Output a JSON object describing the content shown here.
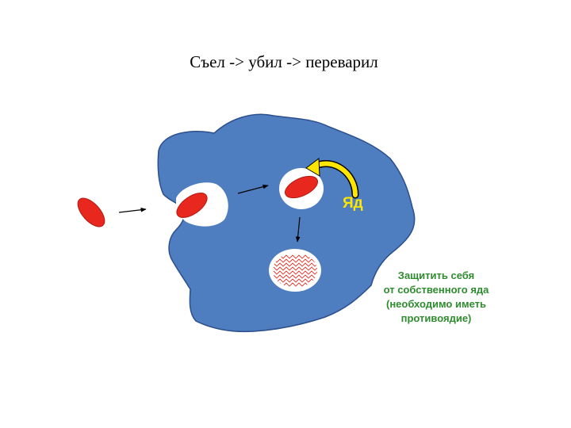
{
  "title": "Съел -> убил -> переварил",
  "poison_label": "Яд",
  "note_lines": [
    "Защитить себя",
    "от собственного яда",
    "(необходимо иметь",
    "противоядие)"
  ],
  "colors": {
    "cell_body": "#4F7EC0",
    "cell_outline": "#2B4E8C",
    "bacterium": "#E8281E",
    "vacuole": "#FFFFFF",
    "poison_arrow": "#FFE600",
    "poison_text": "#FFE600",
    "note_text": "#2E8B2E",
    "digested_pattern": "#D9362B"
  },
  "icons": {
    "bacterium": "red-ellipse",
    "arrow": "black-arrow",
    "poison_arrow": "yellow-curved-arrow"
  }
}
